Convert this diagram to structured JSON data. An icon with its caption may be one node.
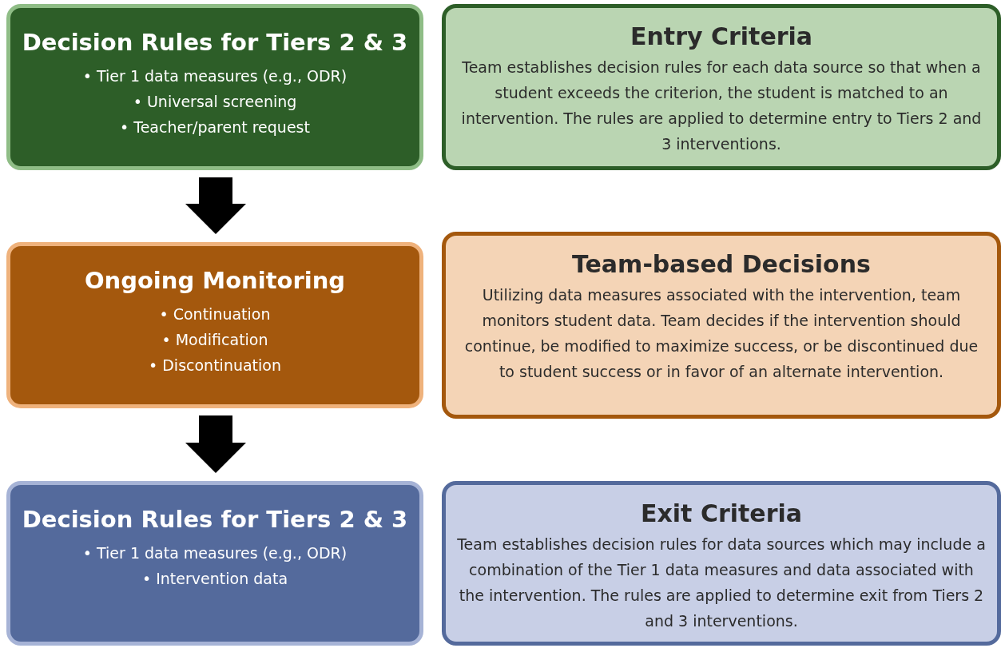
{
  "diagram": {
    "nodes": [
      {
        "text": [
          "Decision Rules for Tiers 2 & 3",
          "• Tier 1 data measures (e.g., ODR)",
          "• Universal screening",
          "• Teacher/parent request"
        ]
      },
      {
        "text": [
          "Entry Criteria",
          "Team establishes decision rules for each data source so that when a student exceeds the criterion, the student is matched to an intervention. The rules are applied to determine entry to Tiers 2 and 3 interventions."
        ]
      },
      {
        "text": [
          "Ongoing Monitoring",
          "• Continuation",
          "• Modification",
          "• Discontinuation"
        ]
      },
      {
        "text": [
          "Team-based Decisions",
          "Utilizing data measures associated with the intervention, team monitors student data. Team decides if the intervention should continue, be modified to maximize success, or be discontinued due to student success or in favor of an alternate intervention."
        ]
      },
      {
        "text": [
          "Decision Rules for Tiers 2 & 3",
          "• Tier 1 data measures (e.g., ODR)",
          "• Intervention data"
        ]
      },
      {
        "text": [
          "Exit Criteria",
          "Team establishes decision rules for data sources which may include a combination of the Tier 1 data measures and data associated with the intervention. The rules are applied to determine exit from Tiers 2 and 3 interventions."
        ]
      }
    ],
    "edges": [
      {
        "from": 0,
        "to": 2,
        "arrow": "to"
      },
      {
        "from": 2,
        "to": 4,
        "arrow": "to"
      }
    ]
  }
}
